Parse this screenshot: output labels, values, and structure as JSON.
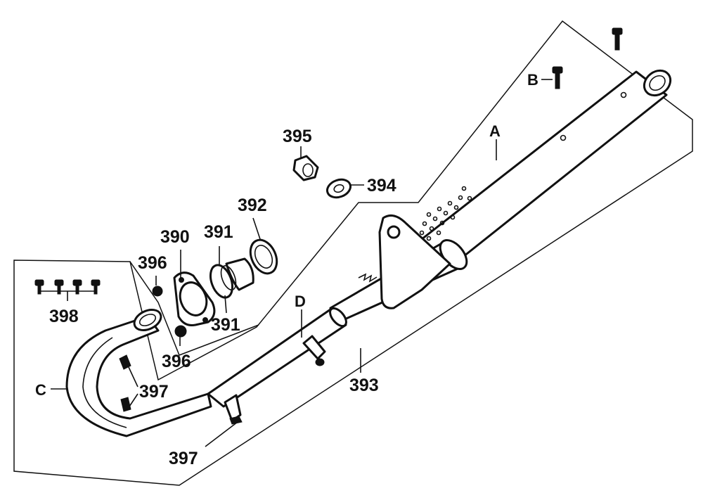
{
  "diagram": {
    "part_labels": {
      "p390": "390",
      "p391a": "391",
      "p391b": "391",
      "p392": "392",
      "p393": "393",
      "p394": "394",
      "p395": "395",
      "p396a": "396",
      "p396b": "396",
      "p397a": "397",
      "p397b": "397",
      "p398": "398"
    },
    "ref_letters": {
      "a": "A",
      "b": "B",
      "c": "C",
      "d": "D"
    }
  }
}
